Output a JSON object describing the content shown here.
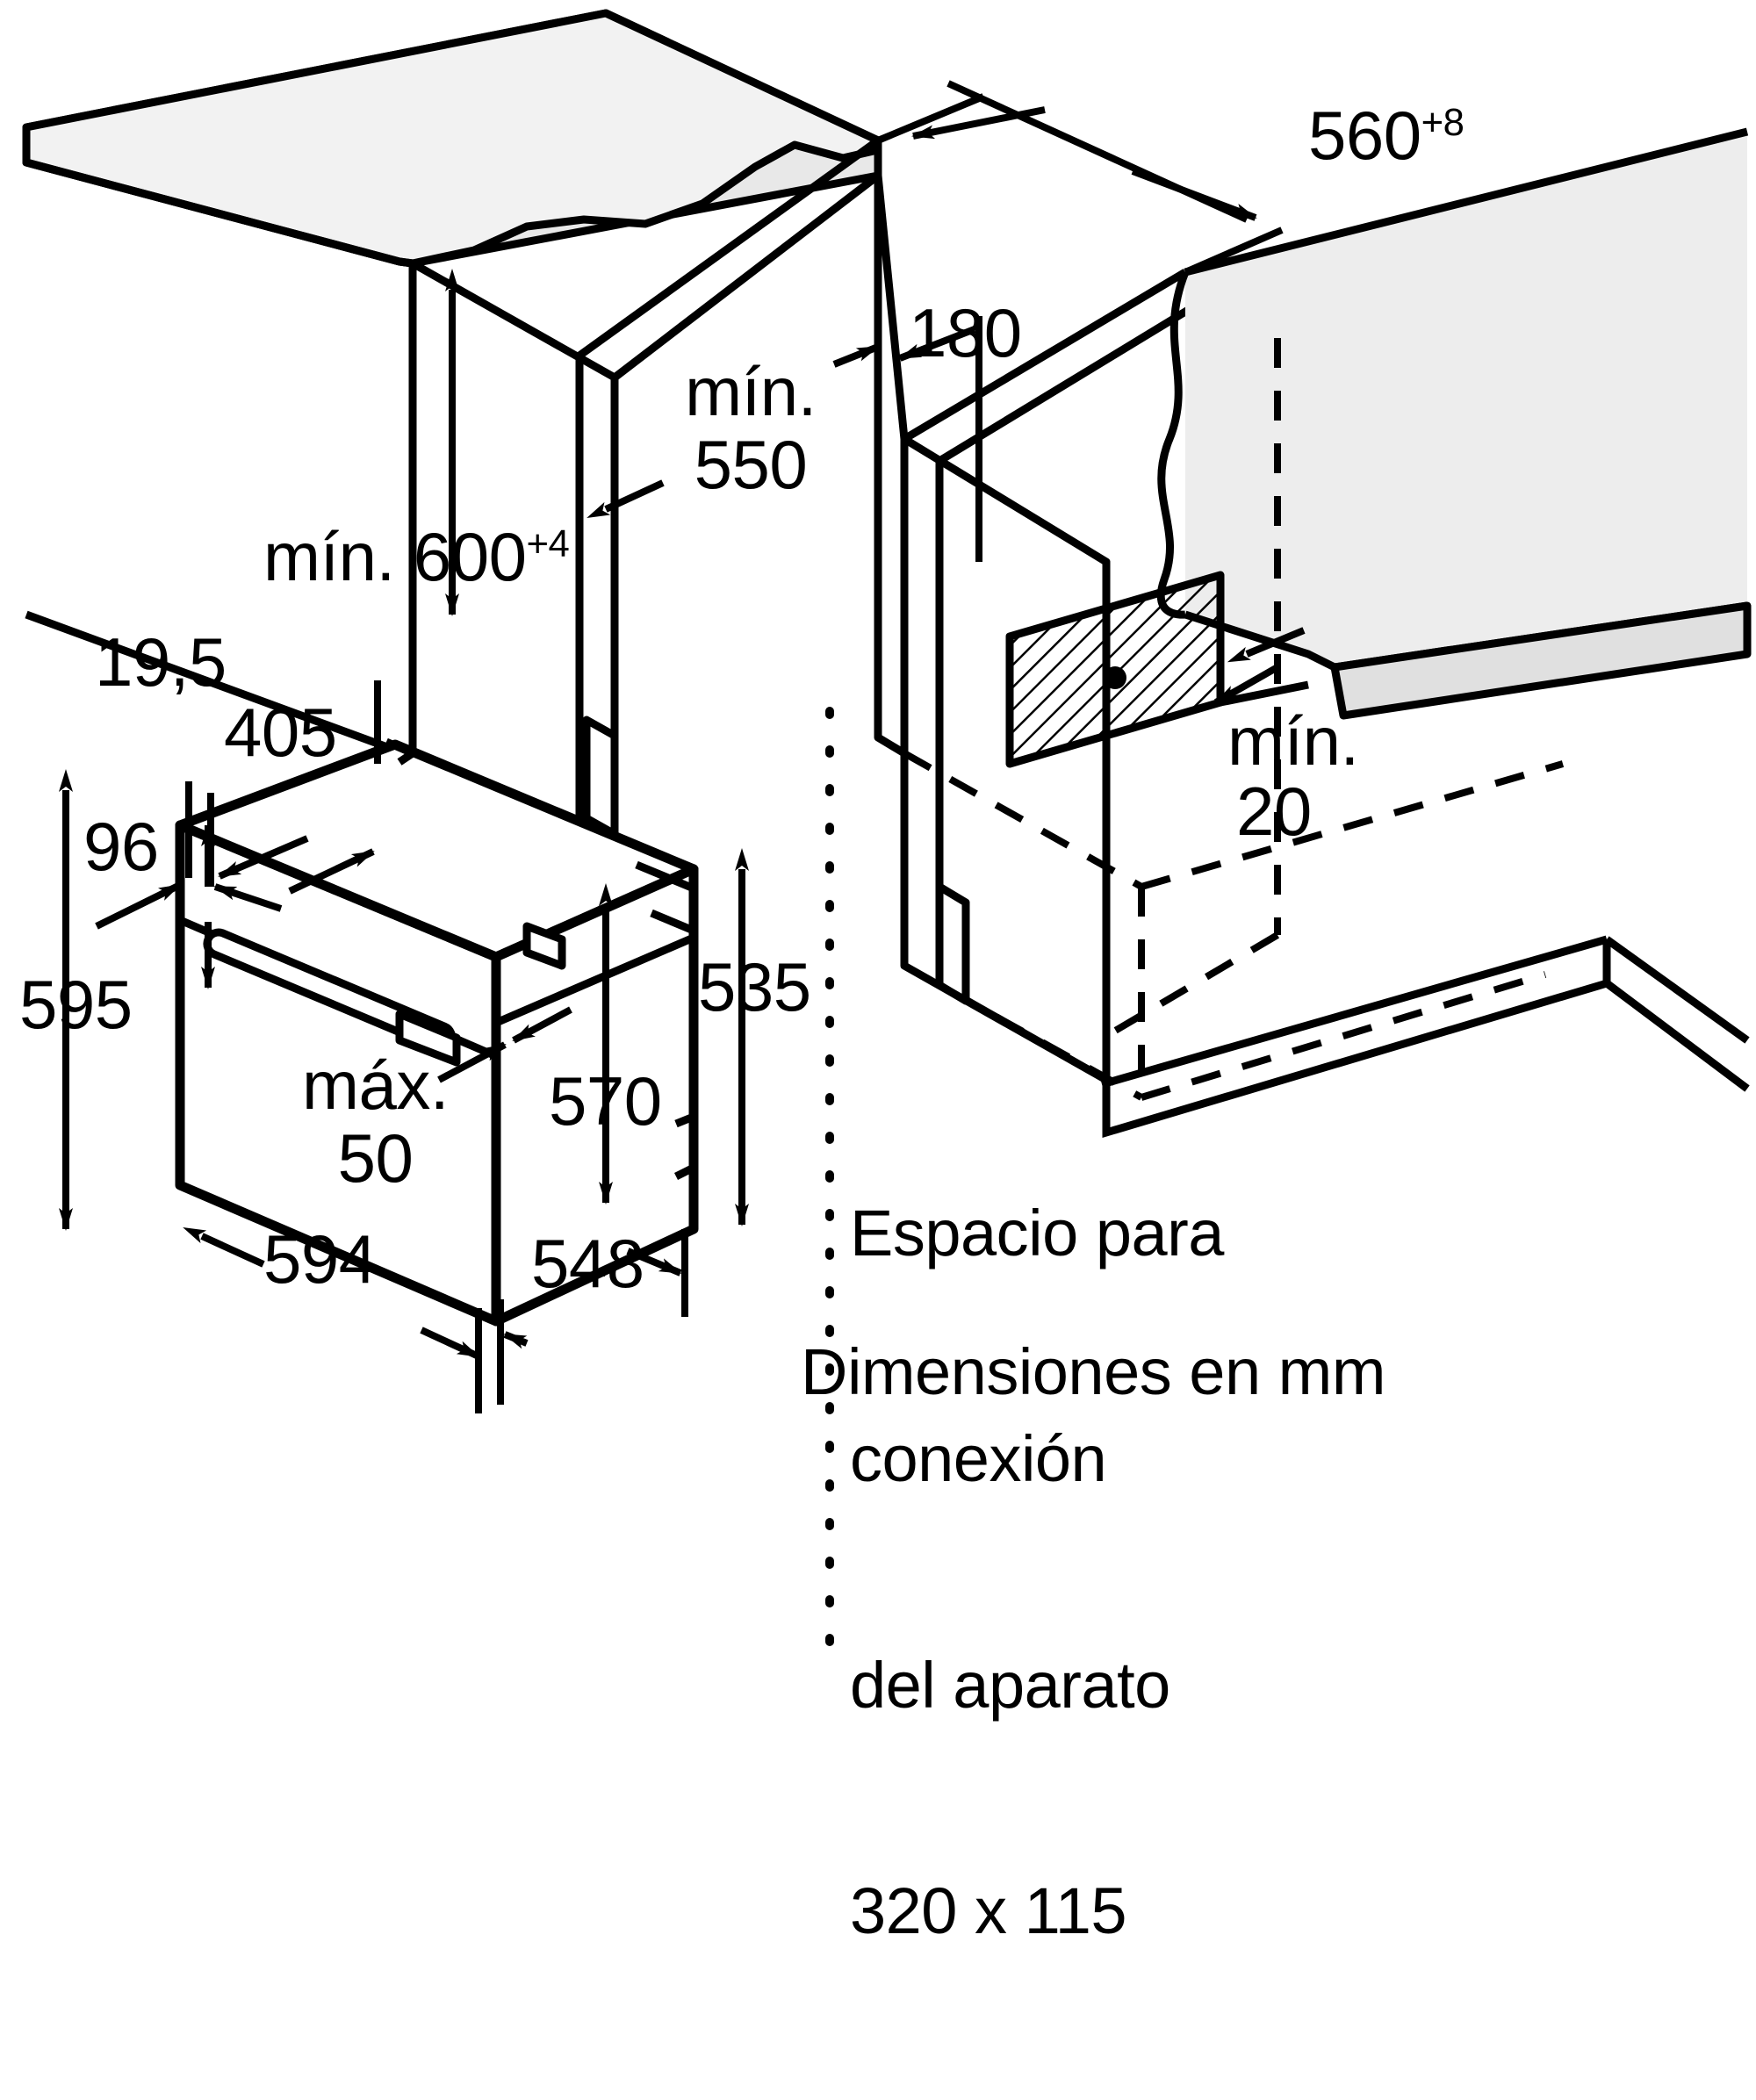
{
  "document": {
    "title": "Diagrama de instalación de horno empotrado",
    "language": "es",
    "units_note": "Dimensiones en mm"
  },
  "colors": {
    "line": "#000000",
    "background": "#ffffff",
    "panel_fill": "#e8e8e8",
    "hatch": "#000000"
  },
  "dimensions": {
    "niche_depth": {
      "value": "560",
      "tolerance": "+8",
      "full": "560+8"
    },
    "niche_height": {
      "prefix": "mín.",
      "value": "600",
      "tolerance": "+4",
      "full": "mín. 600+4"
    },
    "niche_width_min": {
      "line1": "mín.",
      "line2": "550",
      "full": "mín. 550"
    },
    "socket_offset": {
      "value": "180"
    },
    "rear_clearance": {
      "line1": "mín.",
      "line2": "20",
      "full": "mín. 20"
    },
    "front_trim_depth": {
      "value": "19,5"
    },
    "control_panel_width": {
      "value": "405"
    },
    "control_panel_height": {
      "value": "96"
    },
    "oven_front_height": {
      "value": "595"
    },
    "oven_body_height": {
      "value": "535"
    },
    "oven_body_depth": {
      "value": "570"
    },
    "oven_front_width": {
      "value": "594"
    },
    "oven_body_width": {
      "value": "548"
    },
    "handle_clearance": {
      "line1": "máx.",
      "line2": "50",
      "full": "máx. 50"
    }
  },
  "notes": {
    "connection_space": {
      "line1": "Espacio para",
      "line2": "conexión",
      "line3": "del aparato",
      "line4": "320 x 115"
    },
    "units": "Dimensiones en mm"
  },
  "icons": {
    "arrow": "dimension-arrow",
    "dotted_leader": "dotted-leader-line",
    "hatched_socket": "electrical-socket-hatch"
  }
}
